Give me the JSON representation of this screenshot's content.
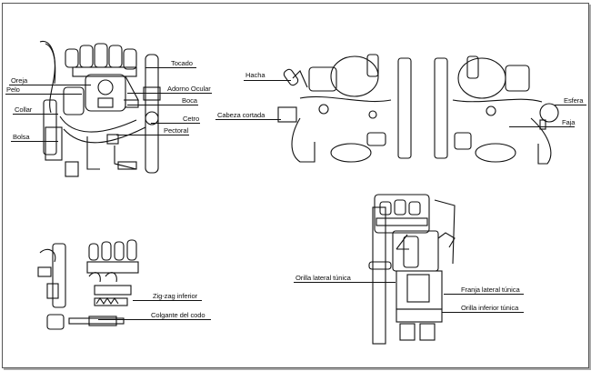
{
  "figure": {
    "panels": [
      {
        "id": "staff-god",
        "labels": {
          "tocado": "Tocado",
          "oreja": "Oreja",
          "pelo": "Pelo",
          "adorno_ocular": "Adorno Ocular",
          "boca": "Boca",
          "collar": "Collar",
          "cetro": "Cetro",
          "pectoral": "Pectoral",
          "bolsa": "Bolsa"
        }
      },
      {
        "id": "felines",
        "labels": {
          "hacha": "Hacha",
          "cabeza_cortada": "Cabeza cortada",
          "esfera": "Esfera",
          "faja": "Faja"
        }
      },
      {
        "id": "attendant",
        "labels": {
          "zigzag_inferior": "Zig-zag inferior",
          "colgante_codo": "Colgante del codo"
        }
      },
      {
        "id": "monolith",
        "labels": {
          "orilla_lateral": "Orilla lateral túnica",
          "franja_lateral": "Franja lateral túnica",
          "orilla_inferior": "Orilla inferior túnica"
        }
      }
    ]
  }
}
